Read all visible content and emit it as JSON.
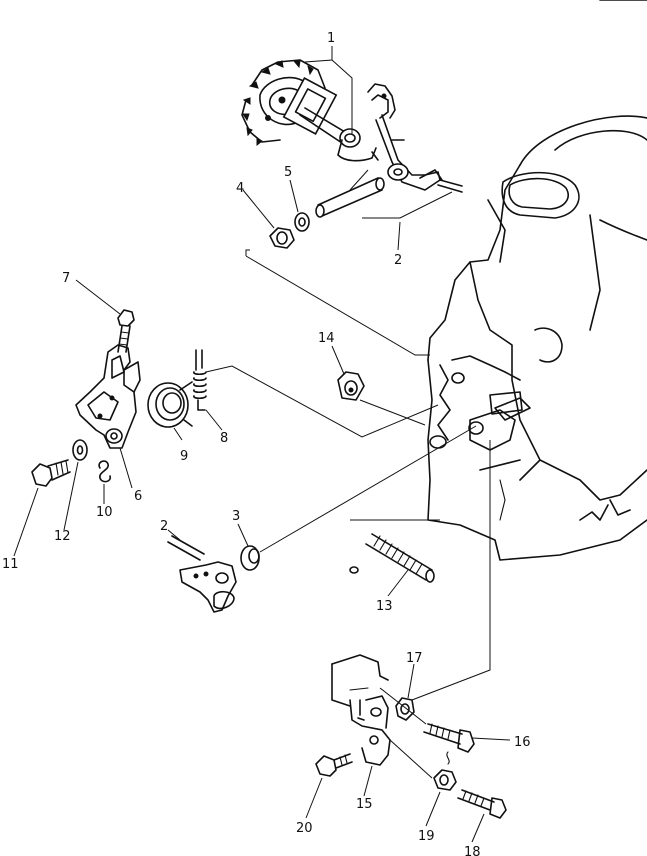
{
  "diagram": {
    "callouts": [
      {
        "id": "1",
        "text": "1"
      },
      {
        "id": "2a",
        "text": "2"
      },
      {
        "id": "2b",
        "text": "2"
      },
      {
        "id": "3",
        "text": "3"
      },
      {
        "id": "4",
        "text": "4"
      },
      {
        "id": "5",
        "text": "5"
      },
      {
        "id": "6",
        "text": "6"
      },
      {
        "id": "7",
        "text": "7"
      },
      {
        "id": "8",
        "text": "8"
      },
      {
        "id": "9",
        "text": "9"
      },
      {
        "id": "10",
        "text": "10"
      },
      {
        "id": "11",
        "text": "11"
      },
      {
        "id": "12",
        "text": "12"
      },
      {
        "id": "13",
        "text": "13"
      },
      {
        "id": "14",
        "text": "14"
      },
      {
        "id": "15",
        "text": "15"
      },
      {
        "id": "16",
        "text": "16"
      },
      {
        "id": "17",
        "text": "17"
      },
      {
        "id": "18",
        "text": "18"
      },
      {
        "id": "19",
        "text": "19"
      },
      {
        "id": "20",
        "text": "20"
      }
    ]
  }
}
